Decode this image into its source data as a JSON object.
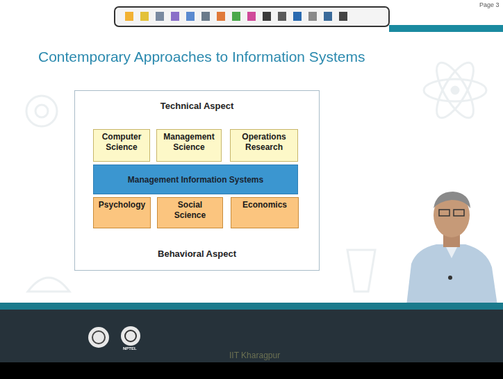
{
  "diagram": {
    "title": "Contemporary Approaches to Information Systems",
    "nodes": [
      {
        "text": [
          "Technical Aspect",
          "Behavioral Aspect"
        ]
      },
      {
        "text": [
          "Computer Science"
        ],
        "in": 0
      },
      {
        "text": [
          "Management Science"
        ],
        "in": 0
      },
      {
        "text": [
          "Operations Research"
        ],
        "in": 0
      },
      {
        "text": [
          "Management Information Systems"
        ],
        "in": 0
      },
      {
        "text": [
          "Psychology"
        ],
        "in": 0
      },
      {
        "text": [
          "Social Science"
        ],
        "in": 0
      },
      {
        "text": [
          "Economics"
        ],
        "in": 0
      }
    ],
    "labels": [
      "Page 3",
      "IIT Kharagpur",
      "NPTEL"
    ]
  }
}
